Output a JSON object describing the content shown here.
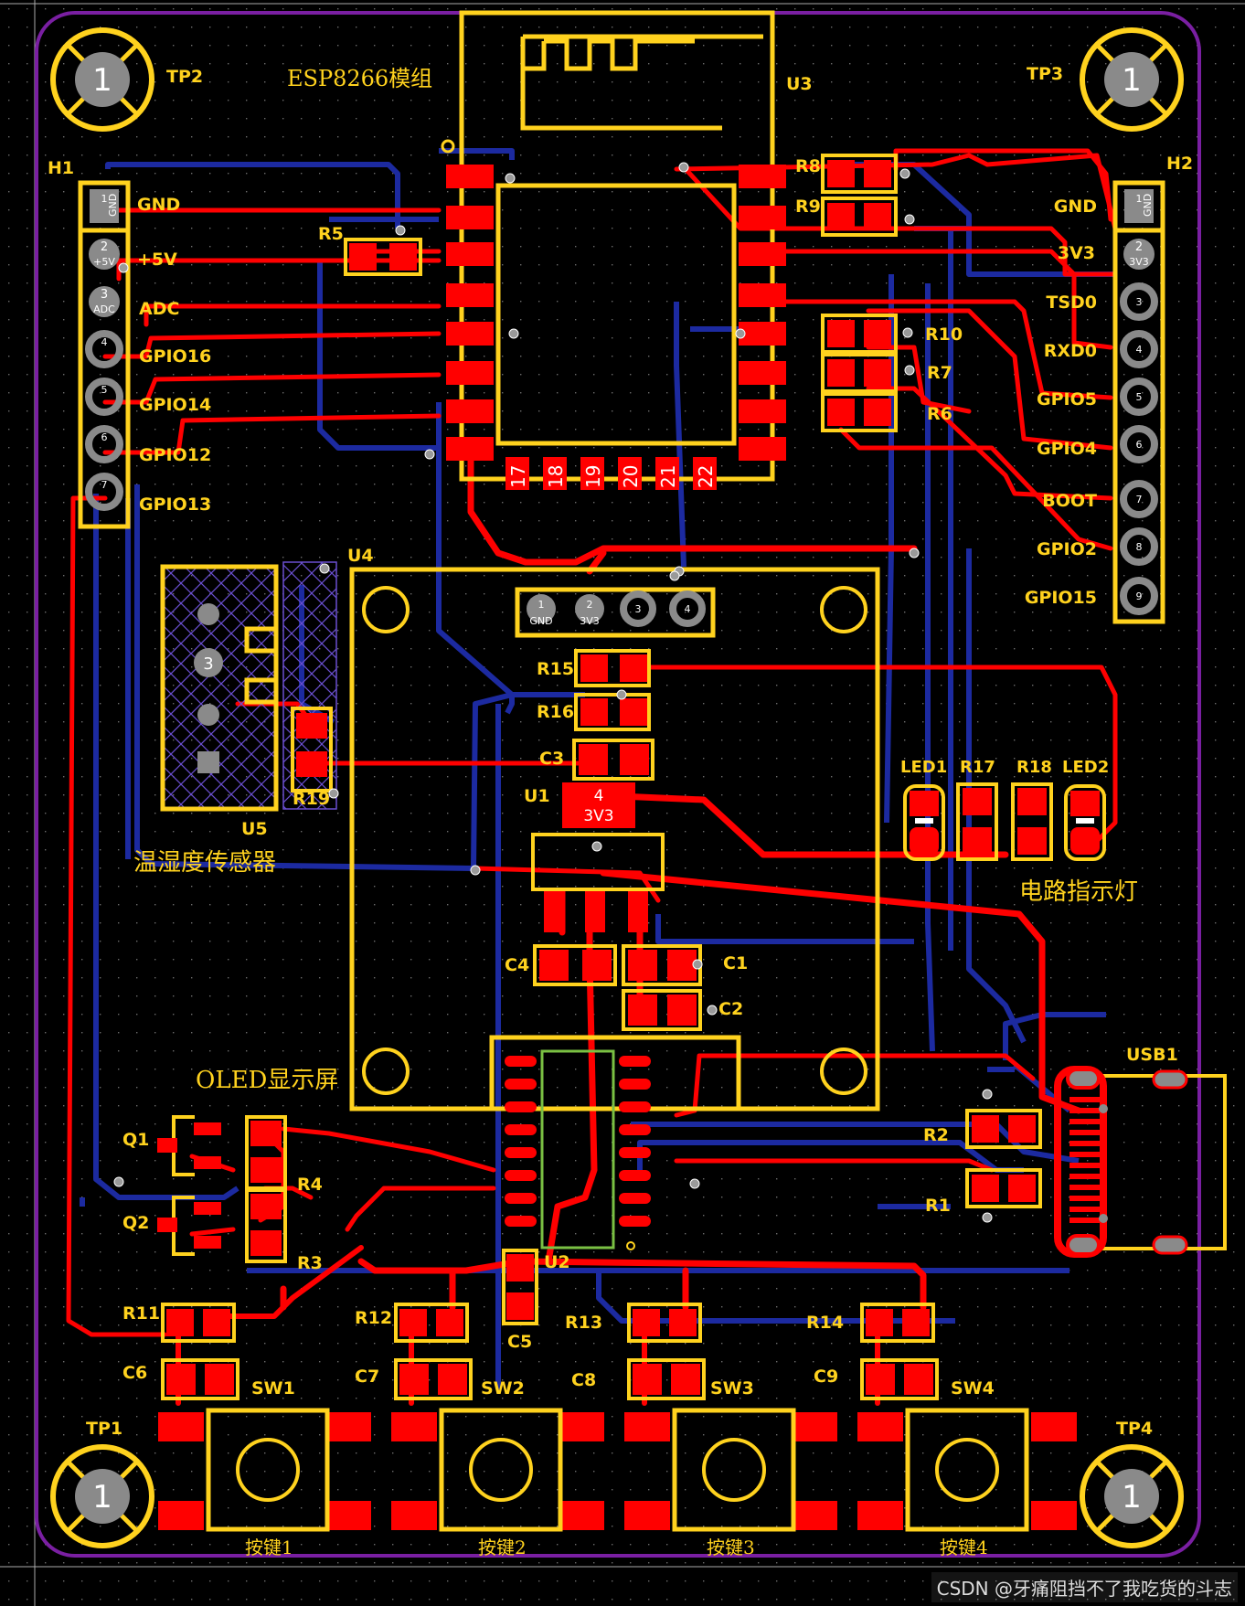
{
  "colors": {
    "background": "#000000",
    "board_outline": "#7a1fa2",
    "silkscreen": "#ffd21e",
    "top_copper": "#ff0000",
    "bottom_copper": "#1c2aa0",
    "pad_gray": "#8a8a8a"
  },
  "labels": {
    "module_title": "ESP8266模组",
    "u3": "U3",
    "u4": "U4",
    "u5": "U5",
    "u1": "U1",
    "u2": "U2",
    "h1": "H1",
    "h2": "H2",
    "usb1": "USB1",
    "q1": "Q1",
    "q2": "Q2",
    "r1": "R1",
    "r2": "R2",
    "r3": "R3",
    "r4": "R4",
    "r5": "R5",
    "r6": "R6",
    "r7": "R7",
    "r8": "R8",
    "r9": "R9",
    "r10": "R10",
    "r11": "R11",
    "r12": "R12",
    "r13": "R13",
    "r14": "R14",
    "r15": "R15",
    "r16": "R16",
    "r17": "R17",
    "r18": "R18",
    "r19": "R19",
    "c1": "C1",
    "c2": "C2",
    "c3": "C3",
    "c4": "C4",
    "c5": "C5",
    "c6": "C6",
    "c7": "C7",
    "c8": "C8",
    "c9": "C9",
    "led1": "LED1",
    "led2": "LED2",
    "sw1": "SW1",
    "sw2": "SW2",
    "sw3": "SW3",
    "sw4": "SW4",
    "tp1": "TP1",
    "tp2": "TP2",
    "tp3": "TP3",
    "tp4": "TP4",
    "tp_pad": "1",
    "sensor_title": "温湿度传感器",
    "oled_title": "OLED显示屏",
    "indicator_title": "电路指示灯",
    "key1": "按键1",
    "key2": "按键2",
    "key3": "按键3",
    "key4": "按键4",
    "u1_pin": "4",
    "u1_pin_name": "3V3",
    "u5_pin": "3"
  },
  "h1_pins": [
    {
      "num": "1",
      "pad": "GND",
      "label": "GND"
    },
    {
      "num": "2",
      "pad": "+5V",
      "label": "+5V"
    },
    {
      "num": "3",
      "pad": "ADC",
      "label": "ADC"
    },
    {
      "num": "4",
      "pad": "",
      "label": "GPIO16"
    },
    {
      "num": "5",
      "pad": "",
      "label": "GPIO14"
    },
    {
      "num": "6",
      "pad": "",
      "label": "GPIO12"
    },
    {
      "num": "7",
      "pad": "",
      "label": "GPIO13"
    }
  ],
  "h2_pins": [
    {
      "num": "1",
      "pad": "GND",
      "label": "GND"
    },
    {
      "num": "2",
      "pad": "3V3",
      "label": "3V3"
    },
    {
      "num": "3",
      "pad": "",
      "label": "TSD0"
    },
    {
      "num": "4",
      "pad": "",
      "label": "RXD0"
    },
    {
      "num": "5",
      "pad": "",
      "label": "GPIO5"
    },
    {
      "num": "6",
      "pad": "",
      "label": "GPIO4"
    },
    {
      "num": "7",
      "pad": "",
      "label": "BOOT"
    },
    {
      "num": "8",
      "pad": "",
      "label": "GPIO2"
    },
    {
      "num": "9",
      "pad": "",
      "label": "GPIO15"
    }
  ],
  "oled_header": [
    {
      "num": "1",
      "pad": "GND"
    },
    {
      "num": "2",
      "pad": "3V3"
    },
    {
      "num": "3",
      "pad": ""
    },
    {
      "num": "4",
      "pad": ""
    }
  ],
  "esp_bottom_pins": [
    "17",
    "18",
    "19",
    "20",
    "21",
    "22"
  ],
  "watermark": "CSDN @牙痛阻挡不了我吃货的斗志"
}
